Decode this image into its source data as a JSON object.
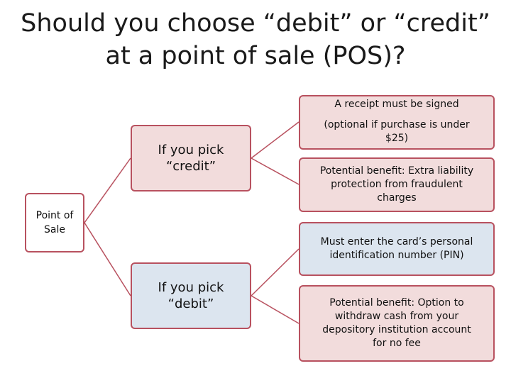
{
  "title": {
    "line1": "Should you choose “debit” or “credit”",
    "line2": "at a point of sale (POS)?"
  },
  "root": {
    "line1": "Point of",
    "line2": "Sale"
  },
  "credit": {
    "label_line1": "If you pick",
    "label_line2": "“credit”",
    "items": [
      {
        "line1": "A receipt must be signed",
        "line2": "(optional if purchase is under",
        "line3": "$25)"
      },
      {
        "line1": "Potential benefit: Extra liability",
        "line2": "protection from fraudulent",
        "line3": "charges"
      }
    ]
  },
  "debit": {
    "label_line1": "If you pick",
    "label_line2": "“debit”",
    "items": [
      {
        "line1": "Must enter the card’s personal",
        "line2": "identification number (PIN)"
      },
      {
        "line1": "Potential benefit: Option to",
        "line2": "withdraw cash from your",
        "line3": "depository institution account",
        "line4": "for no fee"
      }
    ]
  },
  "colors": {
    "border": "#b8515f",
    "credit_fill": "#f2dcdc",
    "debit_fill": "#dce5ef",
    "connector": "#b8515f"
  }
}
